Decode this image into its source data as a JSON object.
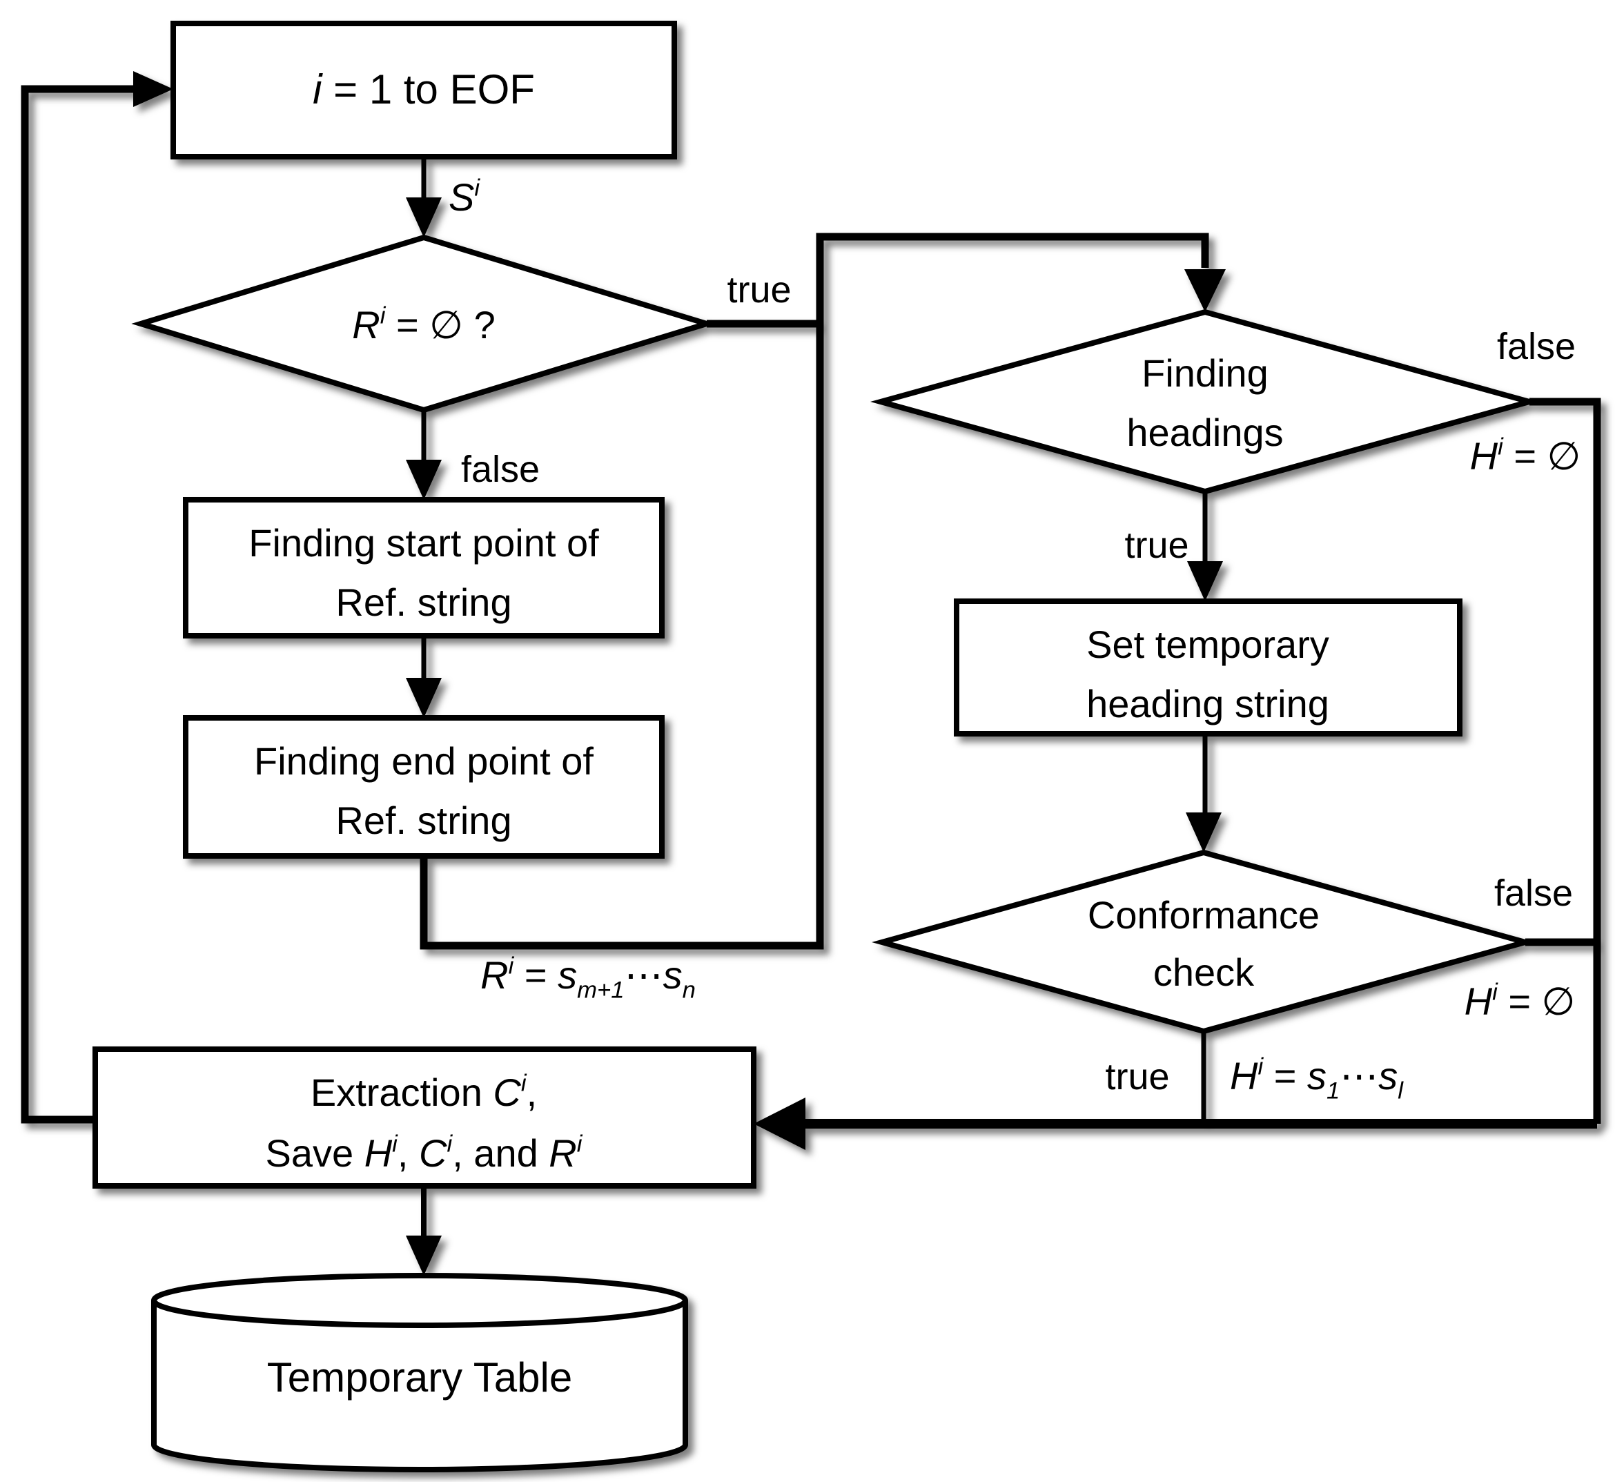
{
  "diagram": {
    "colors": {
      "background": "#ffffff",
      "stroke": "#000000",
      "shape_fill": "#ffffff",
      "text": "#000000"
    },
    "nodes": {
      "loop": {
        "type": "process",
        "label_segments": [
          {
            "t": "i",
            "i": 1
          },
          {
            "t": " = 1 to EOF"
          }
        ]
      },
      "r_empty_decision": {
        "type": "decision",
        "label_segments": [
          {
            "t": "R",
            "i": 1
          },
          {
            "t": "i",
            "i": 1,
            "sup": 1
          },
          {
            "t": " = ∅ ?"
          }
        ]
      },
      "find_start": {
        "type": "process",
        "lines": [
          "Finding start point of",
          "Ref. string"
        ]
      },
      "find_end": {
        "type": "process",
        "lines": [
          "Finding end point of",
          "Ref. string"
        ]
      },
      "finding_headings": {
        "type": "decision",
        "lines": [
          "Finding",
          "headings"
        ]
      },
      "set_heading": {
        "type": "process",
        "lines": [
          "Set temporary",
          "heading string"
        ]
      },
      "conformance": {
        "type": "decision",
        "lines": [
          "Conformance",
          "check"
        ]
      },
      "extraction": {
        "type": "process",
        "line1_segments": [
          {
            "t": "Extraction "
          },
          {
            "t": "C",
            "i": 1
          },
          {
            "t": "i",
            "i": 1,
            "sup": 1
          },
          {
            "t": ","
          }
        ],
        "line2_segments": [
          {
            "t": "Save "
          },
          {
            "t": "H",
            "i": 1
          },
          {
            "t": "i",
            "i": 1,
            "sup": 1
          },
          {
            "t": ", "
          },
          {
            "t": "C",
            "i": 1
          },
          {
            "t": "i",
            "i": 1,
            "sup": 1
          },
          {
            "t": ", and "
          },
          {
            "t": "R",
            "i": 1
          },
          {
            "t": "i",
            "i": 1,
            "sup": 1
          }
        ]
      },
      "temp_table": {
        "type": "datastore",
        "label": "Temporary Table"
      }
    },
    "edge_labels": {
      "s_input": [
        {
          "t": "S",
          "i": 1
        },
        {
          "t": "i",
          "i": 1,
          "sup": 1
        }
      ],
      "r_false": "false",
      "r_true": "true",
      "r_assign": [
        {
          "t": "R",
          "i": 1
        },
        {
          "t": "i",
          "i": 1,
          "sup": 1
        },
        {
          "t": " = "
        },
        {
          "t": "s",
          "i": 1
        },
        {
          "t": "m+1",
          "i": 1,
          "sub": 1
        },
        {
          "t": "⋯"
        },
        {
          "t": "s",
          "i": 1
        },
        {
          "t": "n",
          "i": 1,
          "sub": 1
        }
      ],
      "headings_true": "true",
      "headings_false": "false",
      "h_empty_1": [
        {
          "t": "H",
          "i": 1
        },
        {
          "t": "i",
          "i": 1,
          "sup": 1
        },
        {
          "t": " = ∅"
        }
      ],
      "conformance_true": "true",
      "conformance_false": "false",
      "h_empty_2": [
        {
          "t": "H",
          "i": 1
        },
        {
          "t": "i",
          "i": 1,
          "sup": 1
        },
        {
          "t": " = ∅"
        }
      ],
      "h_assign": [
        {
          "t": "H",
          "i": 1
        },
        {
          "t": "i",
          "i": 1,
          "sup": 1
        },
        {
          "t": " = "
        },
        {
          "t": "s",
          "i": 1
        },
        {
          "t": "1",
          "i": 1,
          "sub": 1
        },
        {
          "t": "⋯"
        },
        {
          "t": "s",
          "i": 1
        },
        {
          "t": "l",
          "i": 1,
          "sub": 1
        }
      ]
    }
  }
}
